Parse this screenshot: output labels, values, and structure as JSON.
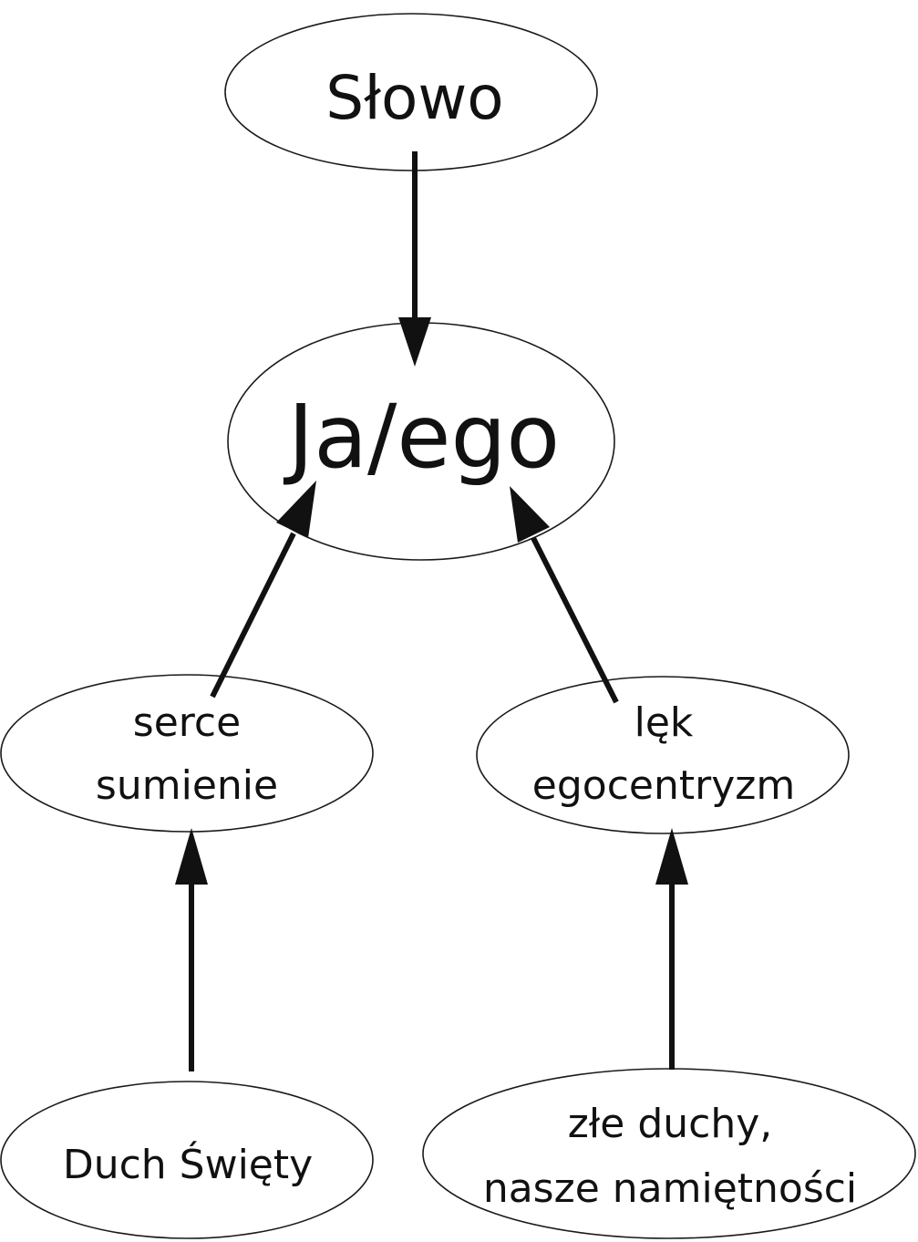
{
  "diagram": {
    "nodes": {
      "slowo": {
        "lines": [
          "Słowo"
        ]
      },
      "jaego": {
        "lines": [
          "Ja/ego"
        ]
      },
      "serce": {
        "lines": [
          "serce",
          "sumienie"
        ]
      },
      "lek": {
        "lines": [
          "lęk",
          "egocentryzm"
        ]
      },
      "duch": {
        "lines": [
          "Duch Święty"
        ]
      },
      "zle": {
        "lines": [
          "złe duchy,",
          "nasze namiętności"
        ]
      }
    },
    "edges": [
      {
        "from": "slowo",
        "to": "jaego"
      },
      {
        "from": "serce",
        "to": "jaego"
      },
      {
        "from": "lek",
        "to": "jaego"
      },
      {
        "from": "duch",
        "to": "serce"
      },
      {
        "from": "zle",
        "to": "lek"
      }
    ]
  }
}
